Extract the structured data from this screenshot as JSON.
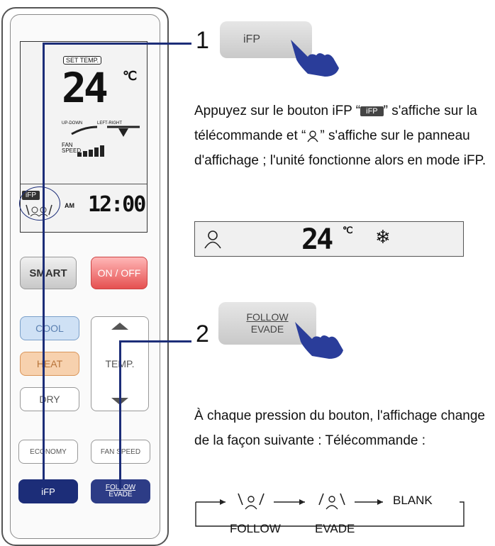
{
  "remote": {
    "lcd": {
      "set_temp_label": "SET TEMP.",
      "temperature": "24",
      "deg_unit": "℃",
      "updown_label": "UP-DOWN",
      "leftright_label": "LEFT-RIGHT",
      "fan_label": "FAN\nSPEED",
      "ifp_badge": "iFP",
      "am": "AM",
      "clock": "12:00"
    },
    "buttons": {
      "smart": "SMART",
      "onoff": "ON / OFF",
      "cool": "COOL",
      "heat": "HEAT",
      "dry": "DRY",
      "temp": "TEMP.",
      "economy": "ECONOMY",
      "fan_speed": "FAN SPEED",
      "ifp": "iFP",
      "follow": "FOLLOW",
      "evade": "EVADE"
    }
  },
  "step1": {
    "number": "1",
    "key_label": "iFP",
    "text_before": "Appuyez sur le bouton iFP “",
    "inline_badge": "iFP",
    "text_after": "” s'affiche sur la télécommande et “",
    "text_end": "” s'affiche sur le panneau d'affichage ; l'unité fonctionne alors en mode iFP."
  },
  "panel": {
    "temperature": "24",
    "deg_unit": "℃",
    "snow": "❄"
  },
  "step2": {
    "number": "2",
    "key_line1": "FOLLOW",
    "key_line2": "EVADE",
    "text": "À chaque pression du bouton, l'affichage change de la façon suivante : Télécommande :"
  },
  "sequence": {
    "follow": "FOLLOW",
    "evade": "EVADE",
    "blank": "BLANK"
  }
}
